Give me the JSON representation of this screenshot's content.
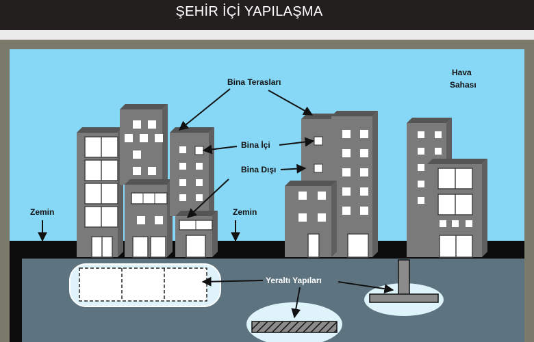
{
  "header": {
    "title": "ŞEHİR İÇİ YAPILAŞMA"
  },
  "labels": {
    "terraces": "Bina Terasları",
    "air_space_line1": "Hava",
    "air_space_line2": "Sahası",
    "inside": "Bina İçi",
    "outside": "Bina Dışı",
    "ground_left": "Zemin",
    "ground_mid": "Zemin",
    "underground": "Yeraltı Yapıları"
  },
  "colors": {
    "sky": "#87d8f6",
    "frame": "#7b7a6a",
    "ground": "#0c0c0c",
    "underground": "#5d7380",
    "building": "#7a7a7a",
    "building_top": "#555555",
    "window": "#ffffff"
  }
}
